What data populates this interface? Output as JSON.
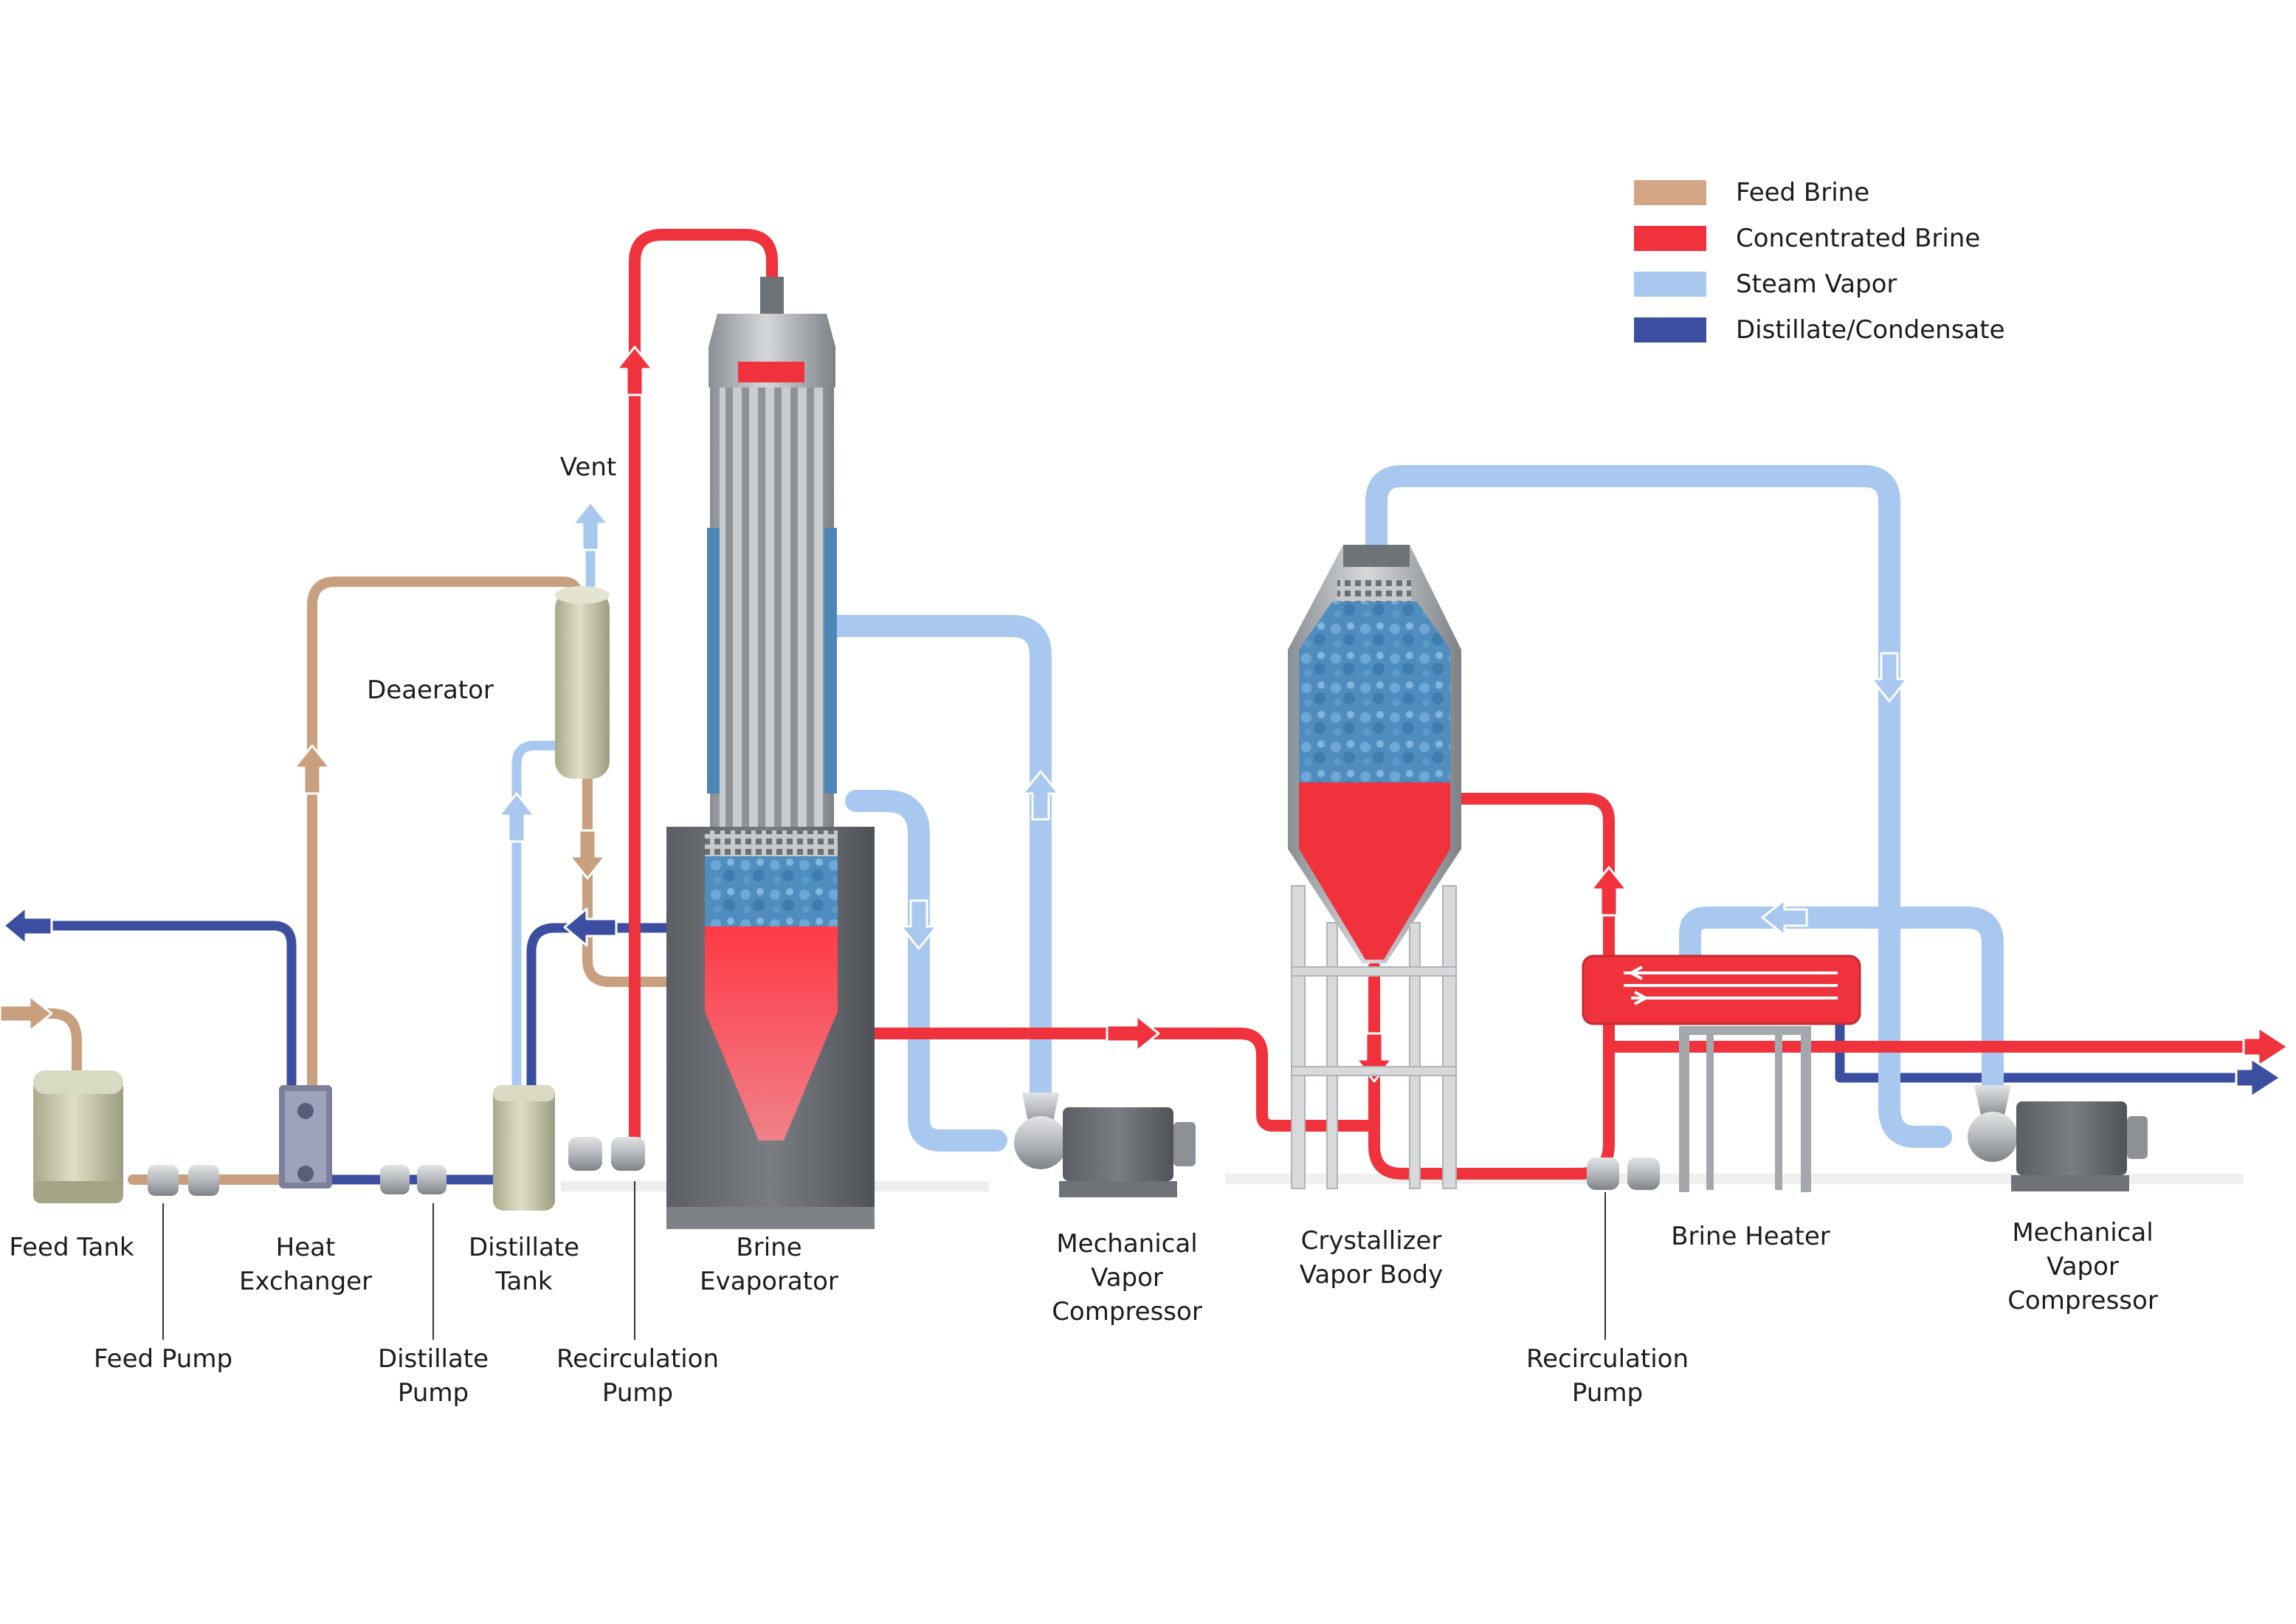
{
  "colors": {
    "feed_brine": "#c8a080",
    "concentrated_brine": "#f0323c",
    "steam_vapor": "#a8c8f0",
    "distillate": "#3b4ea0",
    "tank_green": "#c8c9ac",
    "metal": "#9da2a6",
    "dark_metal": "#5c6066"
  },
  "legend": [
    {
      "label": "Feed Brine",
      "color": "#d4a585"
    },
    {
      "label": "Concentrated Brine",
      "color": "#f0323c"
    },
    {
      "label": "Steam Vapor",
      "color": "#a8c8f0"
    },
    {
      "label": "Distillate/Condensate",
      "color": "#3b4ea0"
    }
  ],
  "labels": {
    "feed_tank": [
      "Feed Tank"
    ],
    "heat_exchanger": [
      "Heat",
      "Exchanger"
    ],
    "distillate_tank": [
      "Distillate",
      "Tank"
    ],
    "brine_evaporator": [
      "Brine",
      "Evaporator"
    ],
    "mvc_1": [
      "Mechanical",
      "Vapor",
      "Compressor"
    ],
    "crystallizer": [
      "Crystallizer",
      "Vapor Body"
    ],
    "brine_heater": [
      "Brine Heater"
    ],
    "mvc_2": [
      "Mechanical",
      "Vapor",
      "Compressor"
    ],
    "feed_pump": [
      "Feed Pump"
    ],
    "distillate_pump": [
      "Distillate",
      "Pump"
    ],
    "recirc_pump_1": [
      "Recirculation",
      "Pump"
    ],
    "recirc_pump_2": [
      "Recirculation",
      "Pump"
    ],
    "vent": [
      "Vent"
    ],
    "deaerator": [
      "Deaerator"
    ]
  },
  "icons": [
    "flow-arrow-icon",
    "pump-icon",
    "tank-icon",
    "compressor-icon"
  ]
}
